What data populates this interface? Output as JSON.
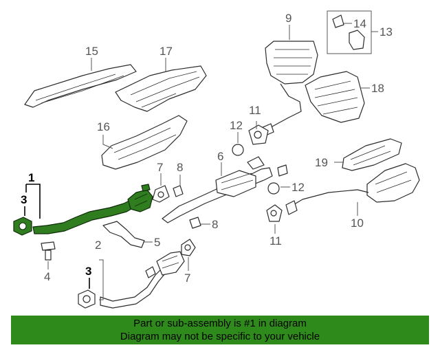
{
  "callouts": {
    "c1": "1",
    "c2": "2",
    "c3a": "3",
    "c3b": "3",
    "c4": "4",
    "c5": "5",
    "c6": "6",
    "c7a": "7",
    "c7b": "7",
    "c8a": "8",
    "c8b": "8",
    "c9": "9",
    "c10": "10",
    "c11a": "11",
    "c11b": "11",
    "c12a": "12",
    "c12b": "12",
    "c13": "13",
    "c14": "14",
    "c15": "15",
    "c16": "16",
    "c17": "17",
    "c18": "18",
    "c19": "19"
  },
  "banner": {
    "line1": "Part or sub-assembly is #1 in diagram",
    "line2": "Diagram may not be specific to your vehicle"
  },
  "colors": {
    "highlight": "#2f7d1f",
    "banner": "#2f8a1c",
    "callout": "#555555"
  }
}
